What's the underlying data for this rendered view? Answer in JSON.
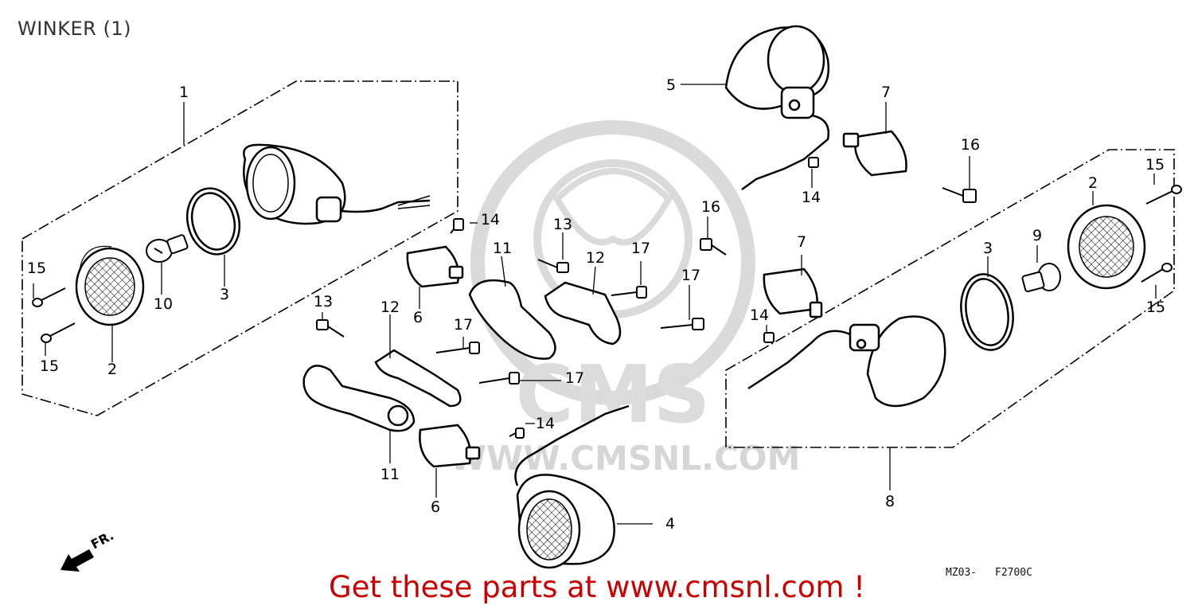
{
  "diagram": {
    "title": "WINKER (1)",
    "diagram_code_left": "MZ03-",
    "diagram_code_right": "F2700C",
    "front_marker": "FR.",
    "watermark_url": "WWW.CMSNL.COM",
    "watermark_brand": "CMS"
  },
  "call_to_action": "Get these parts at www.cmsnl.com !",
  "colors": {
    "line": "#000000",
    "cta_text": "#cc0000",
    "watermark": "#d6d6d6",
    "title_text": "#333333"
  },
  "callouts": [
    {
      "id": "c1",
      "label": "1"
    },
    {
      "id": "c2a",
      "label": "2"
    },
    {
      "id": "c2b",
      "label": "2"
    },
    {
      "id": "c3a",
      "label": "3"
    },
    {
      "id": "c3b",
      "label": "3"
    },
    {
      "id": "c4",
      "label": "4"
    },
    {
      "id": "c5",
      "label": "5"
    },
    {
      "id": "c6a",
      "label": "6"
    },
    {
      "id": "c6b",
      "label": "6"
    },
    {
      "id": "c7a",
      "label": "7"
    },
    {
      "id": "c7b",
      "label": "7"
    },
    {
      "id": "c8",
      "label": "8"
    },
    {
      "id": "c9",
      "label": "9"
    },
    {
      "id": "c10",
      "label": "10"
    },
    {
      "id": "c11a",
      "label": "11"
    },
    {
      "id": "c11b",
      "label": "11"
    },
    {
      "id": "c12a",
      "label": "12"
    },
    {
      "id": "c12b",
      "label": "12"
    },
    {
      "id": "c13a",
      "label": "13"
    },
    {
      "id": "c13b",
      "label": "13"
    },
    {
      "id": "c14a",
      "label": "14"
    },
    {
      "id": "c14b",
      "label": "14"
    },
    {
      "id": "c14c",
      "label": "14"
    },
    {
      "id": "c14d",
      "label": "14"
    },
    {
      "id": "c15a",
      "label": "15"
    },
    {
      "id": "c15b",
      "label": "15"
    },
    {
      "id": "c15c",
      "label": "15"
    },
    {
      "id": "c15d",
      "label": "15"
    },
    {
      "id": "c16a",
      "label": "16"
    },
    {
      "id": "c16b",
      "label": "16"
    },
    {
      "id": "c17a",
      "label": "17"
    },
    {
      "id": "c17b",
      "label": "17"
    },
    {
      "id": "c17c",
      "label": "17"
    },
    {
      "id": "c17d",
      "label": "17"
    }
  ]
}
